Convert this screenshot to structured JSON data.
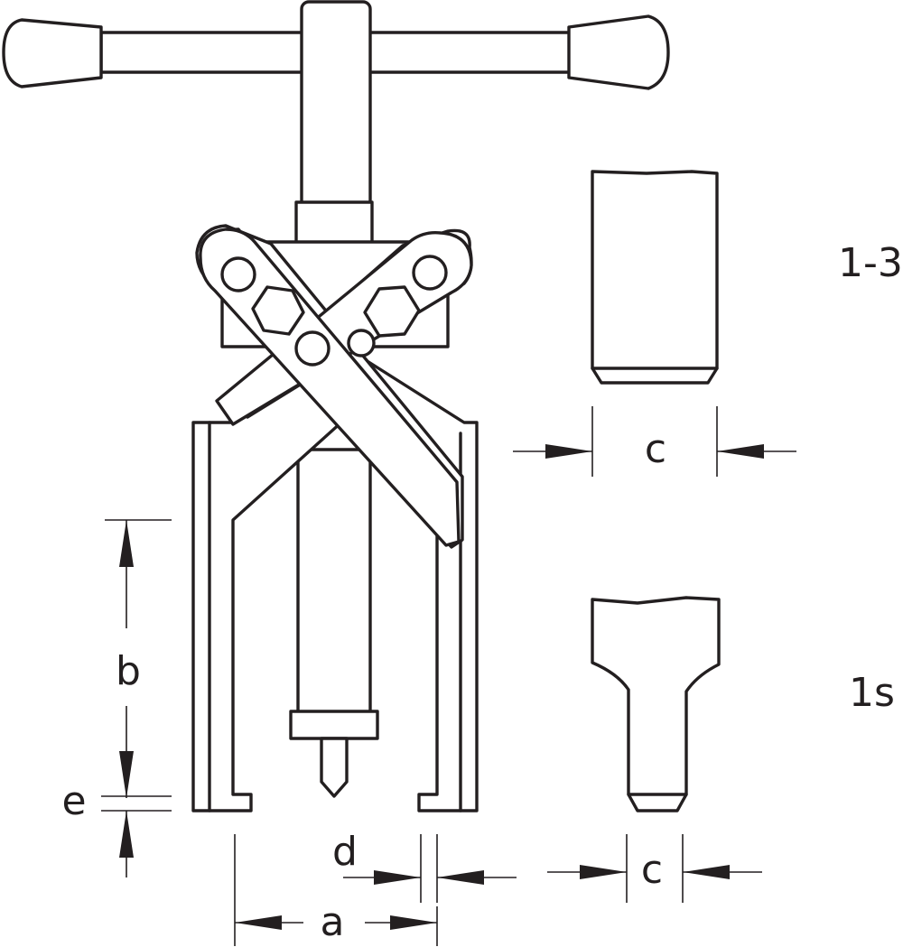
{
  "labels": {
    "a": "a",
    "b": "b",
    "c_top": "c",
    "c_bottom": "c",
    "d": "d",
    "e": "e",
    "variant_top": "1-3",
    "variant_bottom": "1s"
  },
  "colors": {
    "line": "#231f20",
    "background": "#ffffff"
  }
}
